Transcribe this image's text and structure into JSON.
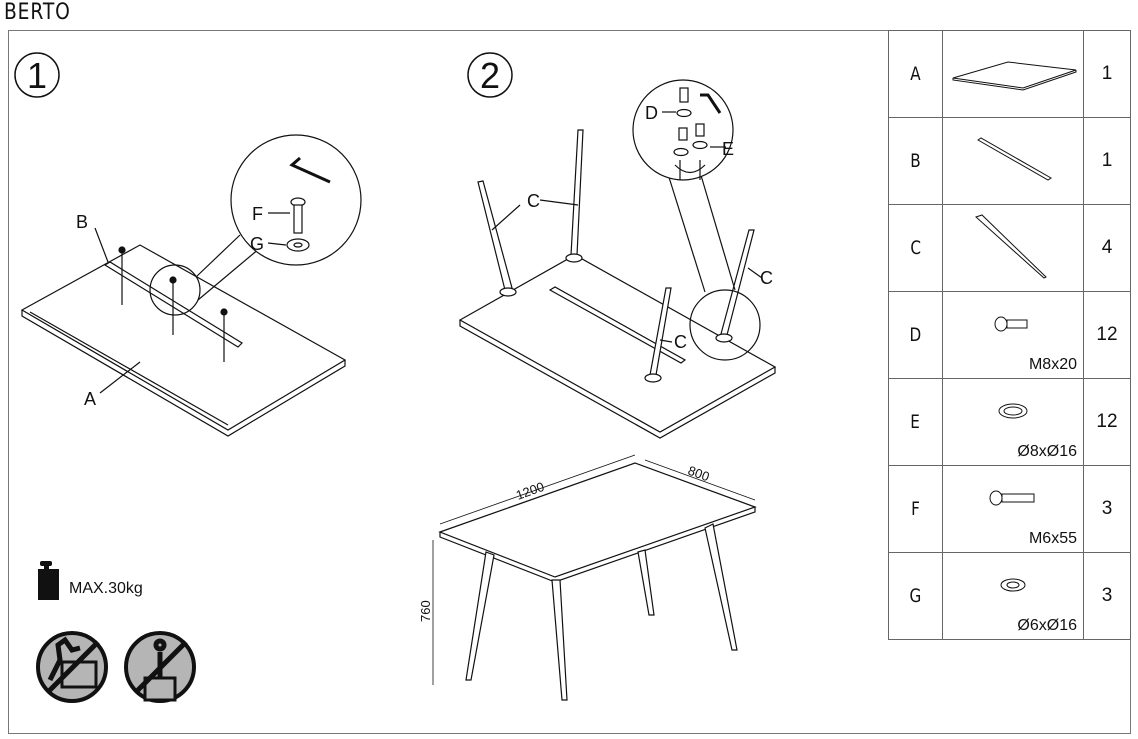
{
  "title": "BERTO",
  "steps": [
    {
      "number": "1",
      "callouts": {
        "a": "A",
        "b": "B",
        "f": "F",
        "g": "G"
      }
    },
    {
      "number": "2",
      "callouts": {
        "c1": "C",
        "c2": "C",
        "c3": "C",
        "d": "D",
        "e": "E"
      }
    }
  ],
  "dimensions": {
    "length": "1200",
    "width": "800",
    "height": "760"
  },
  "warnings": {
    "max_load": "MAX.30kg"
  },
  "parts": [
    {
      "key": "A",
      "spec": "",
      "qty": "1",
      "icon": "tabletop-icon"
    },
    {
      "key": "B",
      "spec": "",
      "qty": "1",
      "icon": "rail-icon"
    },
    {
      "key": "C",
      "spec": "",
      "qty": "4",
      "icon": "leg-icon"
    },
    {
      "key": "D",
      "spec": "M8x20",
      "qty": "12",
      "icon": "bolt-icon"
    },
    {
      "key": "E",
      "spec": "Ø8xØ16",
      "qty": "12",
      "icon": "washer-icon"
    },
    {
      "key": "F",
      "spec": "M6x55",
      "qty": "3",
      "icon": "bolt-icon"
    },
    {
      "key": "G",
      "spec": "Ø6xØ16",
      "qty": "3",
      "icon": "washer-icon"
    }
  ]
}
